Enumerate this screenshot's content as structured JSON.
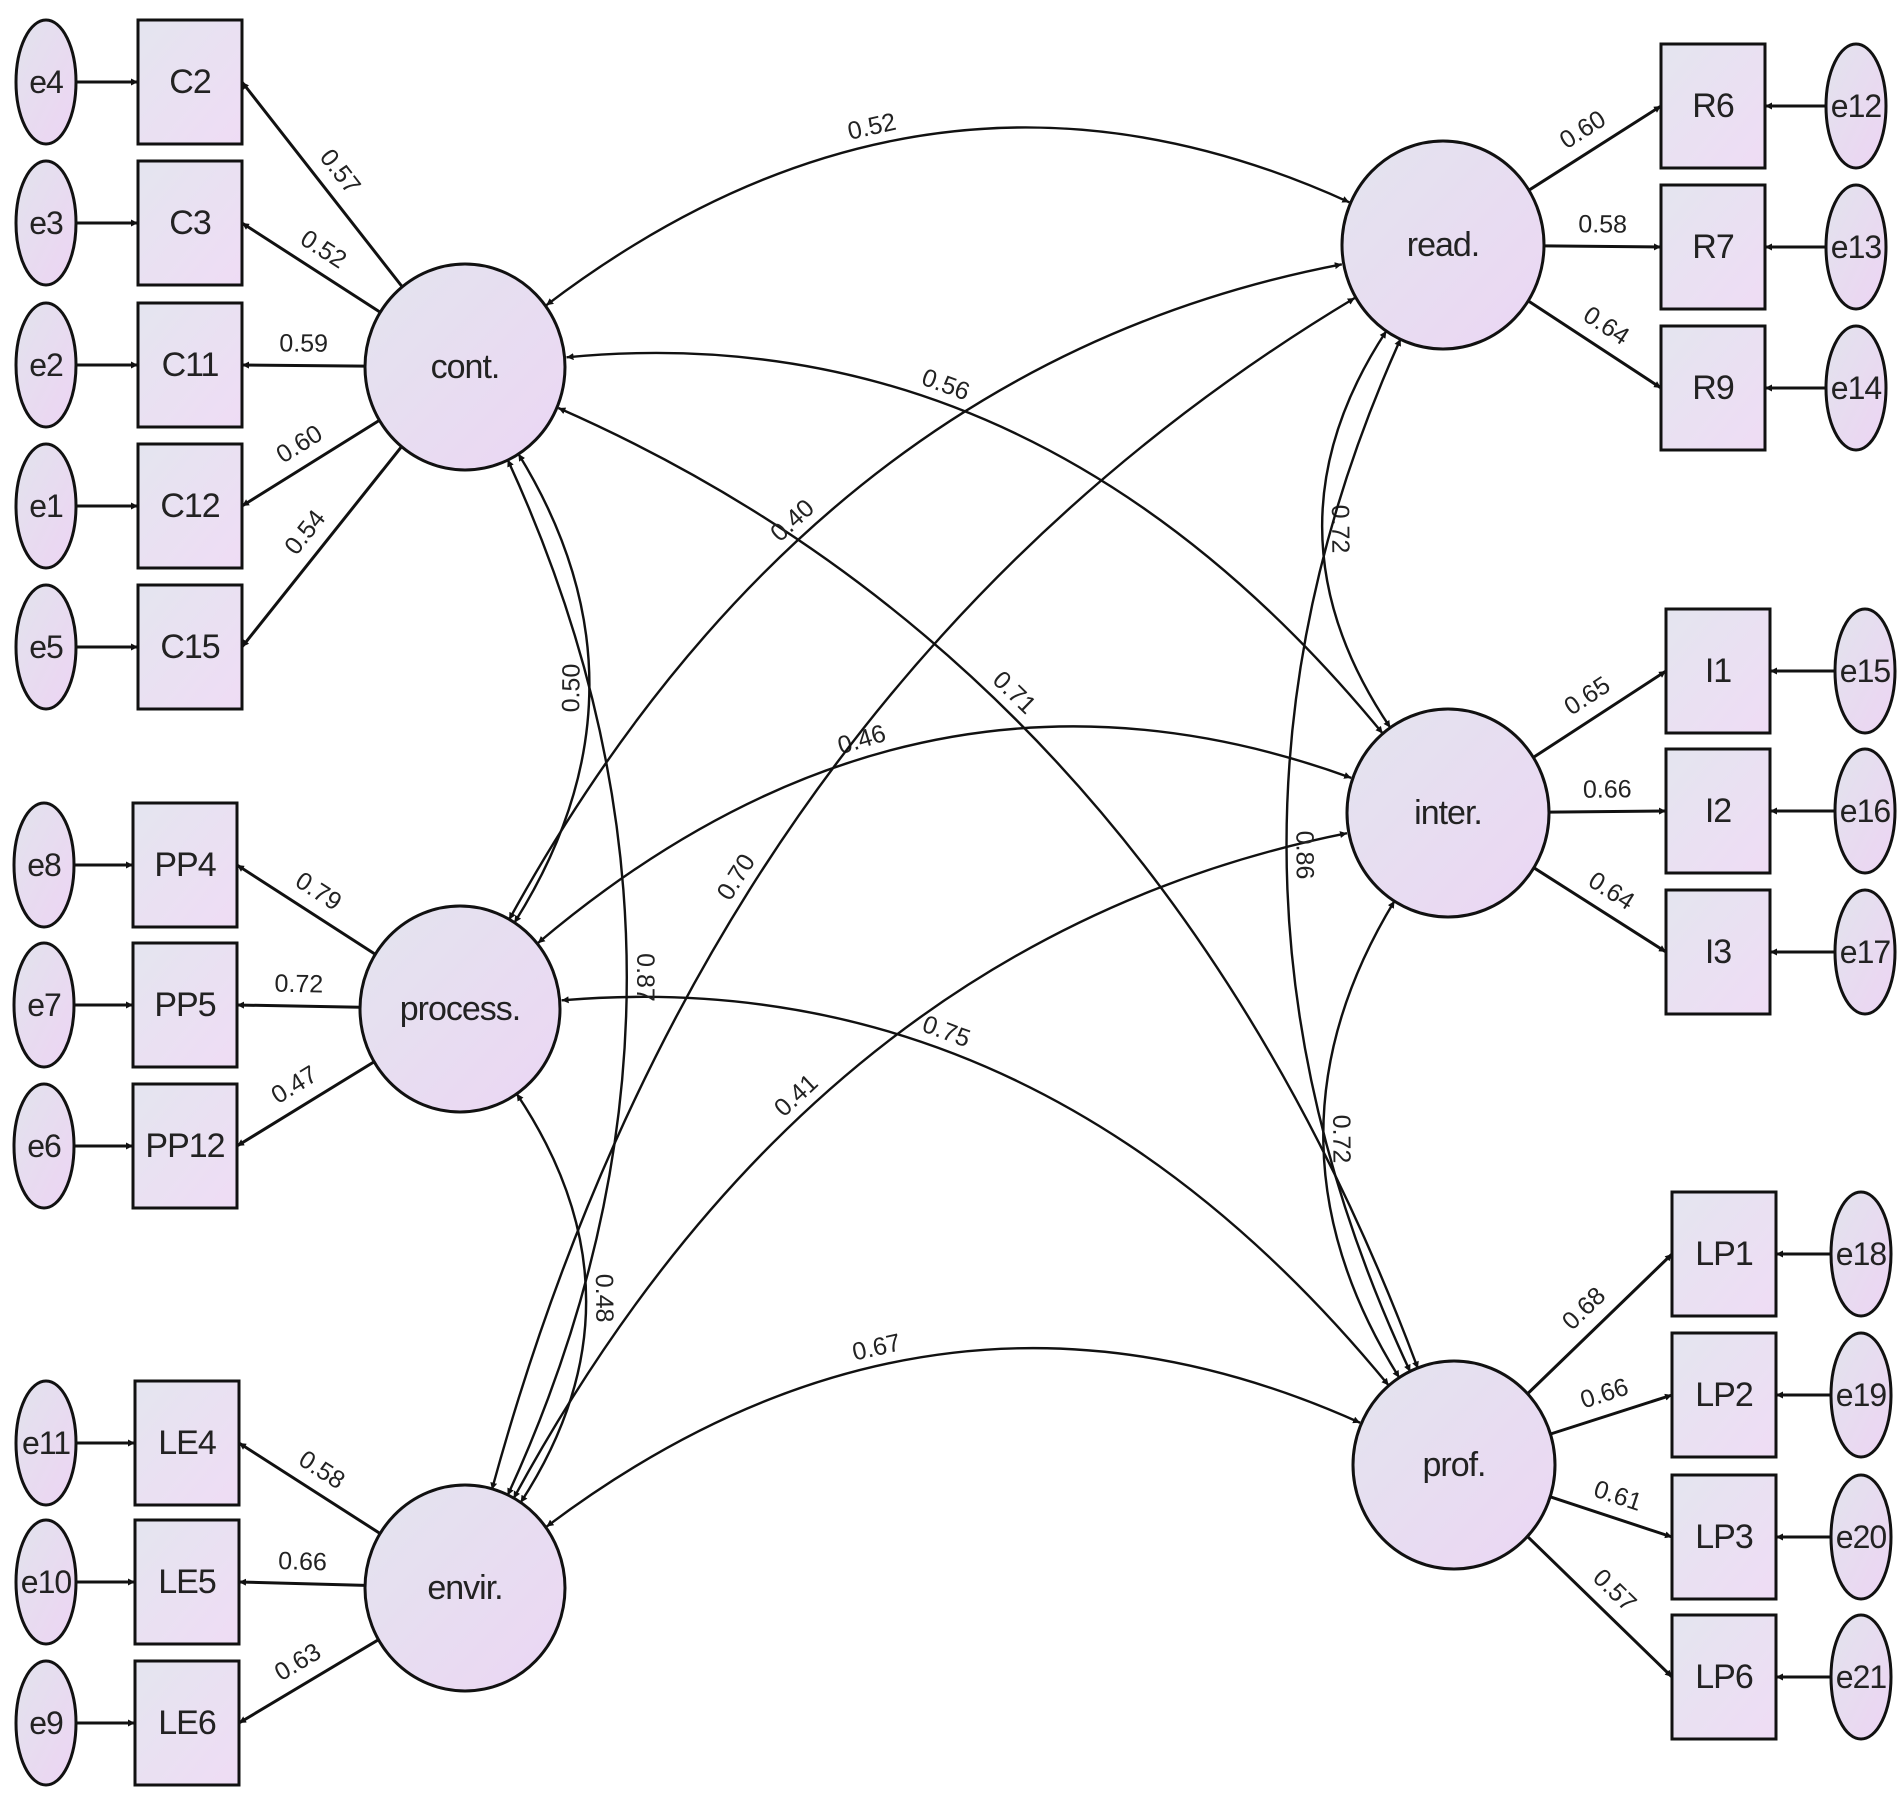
{
  "latents": [
    {
      "id": "cont",
      "label": "cont."
    },
    {
      "id": "process",
      "label": "process."
    },
    {
      "id": "envir",
      "label": "envir."
    },
    {
      "id": "read",
      "label": "read."
    },
    {
      "id": "inter",
      "label": "inter."
    },
    {
      "id": "prof",
      "label": "prof."
    }
  ],
  "indicators": [
    {
      "id": "C2",
      "latent": "cont",
      "error": "e4",
      "loading": "0.57"
    },
    {
      "id": "C3",
      "latent": "cont",
      "error": "e3",
      "loading": "0.52"
    },
    {
      "id": "C11",
      "latent": "cont",
      "error": "e2",
      "loading": "0.59"
    },
    {
      "id": "C12",
      "latent": "cont",
      "error": "e1",
      "loading": "0.60"
    },
    {
      "id": "C15",
      "latent": "cont",
      "error": "e5",
      "loading": "0.54"
    },
    {
      "id": "PP4",
      "latent": "process",
      "error": "e8",
      "loading": "0.79"
    },
    {
      "id": "PP5",
      "latent": "process",
      "error": "e7",
      "loading": "0.72"
    },
    {
      "id": "PP12",
      "latent": "process",
      "error": "e6",
      "loading": "0.47"
    },
    {
      "id": "LE4",
      "latent": "envir",
      "error": "e11",
      "loading": "0.58"
    },
    {
      "id": "LE5",
      "latent": "envir",
      "error": "e10",
      "loading": "0.66"
    },
    {
      "id": "LE6",
      "latent": "envir",
      "error": "e9",
      "loading": "0.63"
    },
    {
      "id": "R6",
      "latent": "read",
      "error": "e12",
      "loading": "0.60"
    },
    {
      "id": "R7",
      "latent": "read",
      "error": "e13",
      "loading": "0.58"
    },
    {
      "id": "R9",
      "latent": "read",
      "error": "e14",
      "loading": "0.64"
    },
    {
      "id": "I1",
      "latent": "inter",
      "error": "e15",
      "loading": "0.65"
    },
    {
      "id": "I2",
      "latent": "inter",
      "error": "e16",
      "loading": "0.66"
    },
    {
      "id": "I3",
      "latent": "inter",
      "error": "e17",
      "loading": "0.64"
    },
    {
      "id": "LP1",
      "latent": "prof",
      "error": "e18",
      "loading": "0.68"
    },
    {
      "id": "LP2",
      "latent": "prof",
      "error": "e19",
      "loading": "0.66"
    },
    {
      "id": "LP3",
      "latent": "prof",
      "error": "e20",
      "loading": "0.61"
    },
    {
      "id": "LP6",
      "latent": "prof",
      "error": "e21",
      "loading": "0.57"
    }
  ],
  "correlations": [
    {
      "from": "cont",
      "to": "read",
      "value": "0.52"
    },
    {
      "from": "cont",
      "to": "inter",
      "value": "0.56"
    },
    {
      "from": "cont",
      "to": "prof",
      "value": "0.71"
    },
    {
      "from": "process",
      "to": "read",
      "value": "0.40"
    },
    {
      "from": "process",
      "to": "inter",
      "value": "0.46"
    },
    {
      "from": "process",
      "to": "prof",
      "value": "0.75"
    },
    {
      "from": "envir",
      "to": "read",
      "value": "0.70"
    },
    {
      "from": "envir",
      "to": "inter",
      "value": "0.41"
    },
    {
      "from": "envir",
      "to": "prof",
      "value": "0.67"
    },
    {
      "from": "cont",
      "to": "process",
      "value": "0.50"
    },
    {
      "from": "cont",
      "to": "envir",
      "value": "0.87"
    },
    {
      "from": "process",
      "to": "envir",
      "value": "0.48"
    },
    {
      "from": "read",
      "to": "inter",
      "value": "0.72"
    },
    {
      "from": "inter",
      "to": "prof",
      "value": "0.72"
    },
    {
      "from": "read",
      "to": "prof",
      "value": "0.86"
    }
  ]
}
